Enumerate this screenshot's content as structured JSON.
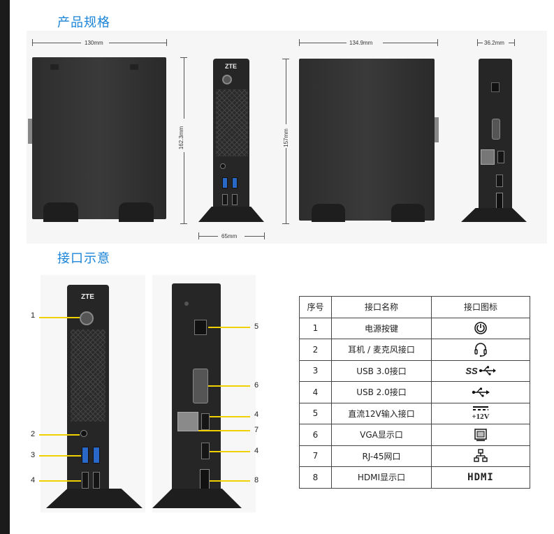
{
  "sections": {
    "spec_title": "产品规格",
    "interface_title": "接口示意"
  },
  "dimensions": {
    "width_side": "130mm",
    "height_front": "162.3mm",
    "height_rear": "157mm",
    "depth": "134.9mm",
    "thickness": "36.2mm",
    "front_width": "65mm"
  },
  "device": {
    "brand_logo": "ZTE"
  },
  "callouts": {
    "front": [
      "1",
      "2",
      "3",
      "4"
    ],
    "rear": [
      "5",
      "6",
      "4",
      "7",
      "4",
      "8"
    ]
  },
  "table": {
    "headers": [
      "序号",
      "接口名称",
      "接口图标"
    ],
    "rows": [
      {
        "no": "1",
        "name": "电源按键",
        "icon": "power-icon"
      },
      {
        "no": "2",
        "name": "耳机 / 麦克风接口",
        "icon": "headset-icon"
      },
      {
        "no": "3",
        "name": "USB 3.0接口",
        "icon": "usb3-ss-icon",
        "icon_text": "SS"
      },
      {
        "no": "4",
        "name": "USB 2.0接口",
        "icon": "usb-icon"
      },
      {
        "no": "5",
        "name": "直流12V输入接口",
        "icon": "dc-12v-icon",
        "icon_text": "+12V"
      },
      {
        "no": "6",
        "name": "VGA显示口",
        "icon": "vga-icon"
      },
      {
        "no": "7",
        "name": "RJ-45网口",
        "icon": "network-icon"
      },
      {
        "no": "8",
        "name": "HDMI显示口",
        "icon": "hdmi-icon",
        "icon_text": "HDMI"
      }
    ]
  },
  "colors": {
    "title_blue": "#1a84d8",
    "callout_yellow": "#f0d000",
    "usb3_blue": "#2a68c8"
  }
}
